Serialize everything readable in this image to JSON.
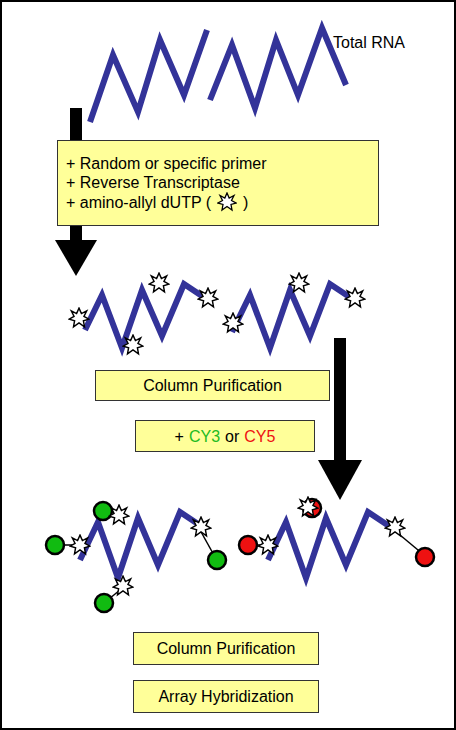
{
  "diagram": {
    "nodes": [
      {
        "text": [
          "+ Random or specific primer",
          "+ Reverse Transcriptase",
          "+ amino-allyl dUTP (",
          ")"
        ]
      },
      {
        "text": [
          "Column Purification"
        ]
      },
      {
        "text": [
          "+",
          "CY3",
          "or",
          "CY5"
        ]
      },
      {
        "text": [
          "Column Purification"
        ]
      },
      {
        "text": [
          "Array Hybridization"
        ]
      }
    ],
    "labels": [
      "Total RNA"
    ]
  }
}
